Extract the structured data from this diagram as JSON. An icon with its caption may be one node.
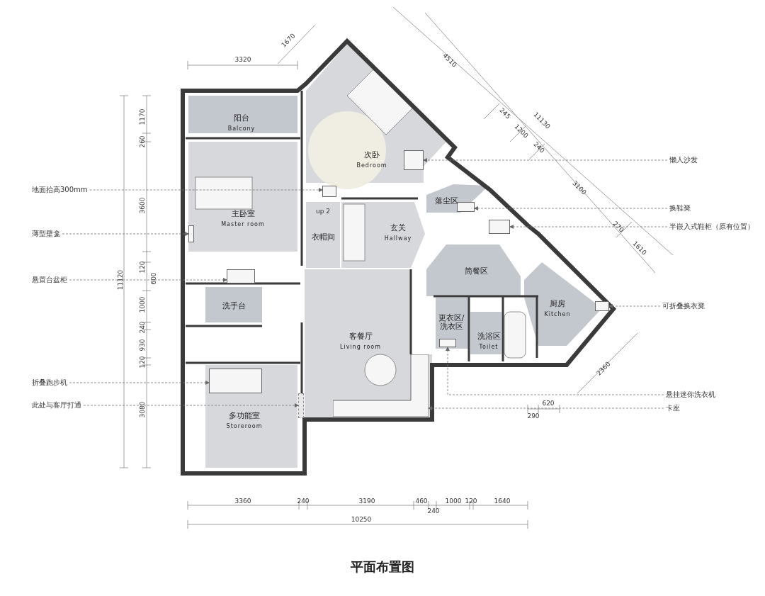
{
  "diagram": {
    "caption": "平面布置图",
    "nodes": [
      {
        "text": [
          "阳台",
          "Balcony"
        ]
      },
      {
        "text": [
          "次卧",
          "Bedroom"
        ]
      },
      {
        "text": [
          "主卧室",
          "Master room"
        ]
      },
      {
        "text": [
          "衣帽间"
        ]
      },
      {
        "text": [
          "玄关",
          "Hallway"
        ]
      },
      {
        "text": [
          "落尘区"
        ]
      },
      {
        "text": [
          "简餐区"
        ]
      },
      {
        "text": [
          "洗手台"
        ]
      },
      {
        "text": [
          "客餐厅",
          "Living room"
        ]
      },
      {
        "text": [
          "更衣区/ 洗衣区"
        ]
      },
      {
        "text": [
          "洗浴区",
          "Toilet"
        ]
      },
      {
        "text": [
          "厨房",
          "Kitchen"
        ]
      },
      {
        "text": [
          "多功能室",
          "Storeroom"
        ]
      },
      {
        "text": [
          "地面抬高300mm"
        ]
      },
      {
        "text": [
          "薄型壁龛"
        ]
      },
      {
        "text": [
          "悬置台盆柜"
        ]
      },
      {
        "text": [
          "折叠跑步机"
        ]
      },
      {
        "text": [
          "此处与客厅打通"
        ]
      },
      {
        "text": [
          "懒人沙发"
        ]
      },
      {
        "text": [
          "换鞋凳"
        ]
      },
      {
        "text": [
          "半嵌入式鞋柜（原有位置）"
        ]
      },
      {
        "text": [
          "可折叠换衣凳"
        ]
      },
      {
        "text": [
          "悬挂迷你洗衣机"
        ]
      },
      {
        "text": [
          "卡座"
        ]
      },
      {
        "text": [],
        "shape": "box"
      },
      {
        "text": [],
        "shape": "box",
        "in": 2
      },
      {
        "text": [],
        "shape": "box"
      },
      {
        "text": [],
        "shape": "box",
        "in": 12
      },
      {
        "text": [],
        "shape": "bar"
      },
      {
        "text": [],
        "shape": "box",
        "in": 1
      },
      {
        "text": [],
        "shape": "box",
        "in": 5
      },
      {
        "text": [],
        "shape": "box"
      },
      {
        "text": [],
        "shape": "box",
        "in": 11
      },
      {
        "text": [],
        "shape": "box",
        "in": 9
      },
      {
        "text": [],
        "shape": "box",
        "in": 8
      }
    ],
    "edges": [
      {
        "from": 13,
        "to": 24,
        "arrow": "to",
        "style": "dashed"
      },
      {
        "from": 14,
        "to": 25,
        "arrow": "to",
        "style": "dashed"
      },
      {
        "from": 15,
        "to": 26,
        "arrow": "to",
        "style": "dashed"
      },
      {
        "from": 16,
        "to": 27,
        "arrow": "to",
        "style": "dashed"
      },
      {
        "from": 17,
        "to": 28,
        "arrow": "to",
        "style": "dashed"
      },
      {
        "from": 18,
        "to": 29,
        "arrow": "to",
        "style": "dashed"
      },
      {
        "from": 19,
        "to": 30,
        "arrow": "to",
        "style": "dashed"
      },
      {
        "from": 20,
        "to": 31,
        "arrow": "to",
        "style": "dashed"
      },
      {
        "from": 21,
        "to": 32,
        "arrow": "to",
        "style": "dashed"
      },
      {
        "from": 22,
        "to": 33,
        "arrow": "to",
        "style": "dashed"
      },
      {
        "from": 23,
        "to": 34,
        "arrow": "to",
        "style": "dashed"
      }
    ],
    "labels": [
      "3320",
      "1670",
      "4510",
      "245",
      "1200",
      "11130",
      "240",
      "3100",
      "270",
      "1610",
      "1170",
      "260",
      "3600",
      "11120",
      "120",
      "600",
      "1000",
      "240",
      "930",
      "120",
      "3080",
      "up 2",
      "2360",
      "620",
      "290",
      "3360",
      "240",
      "3190",
      "460",
      "1000",
      "120",
      "1640",
      "240",
      "10250"
    ]
  }
}
